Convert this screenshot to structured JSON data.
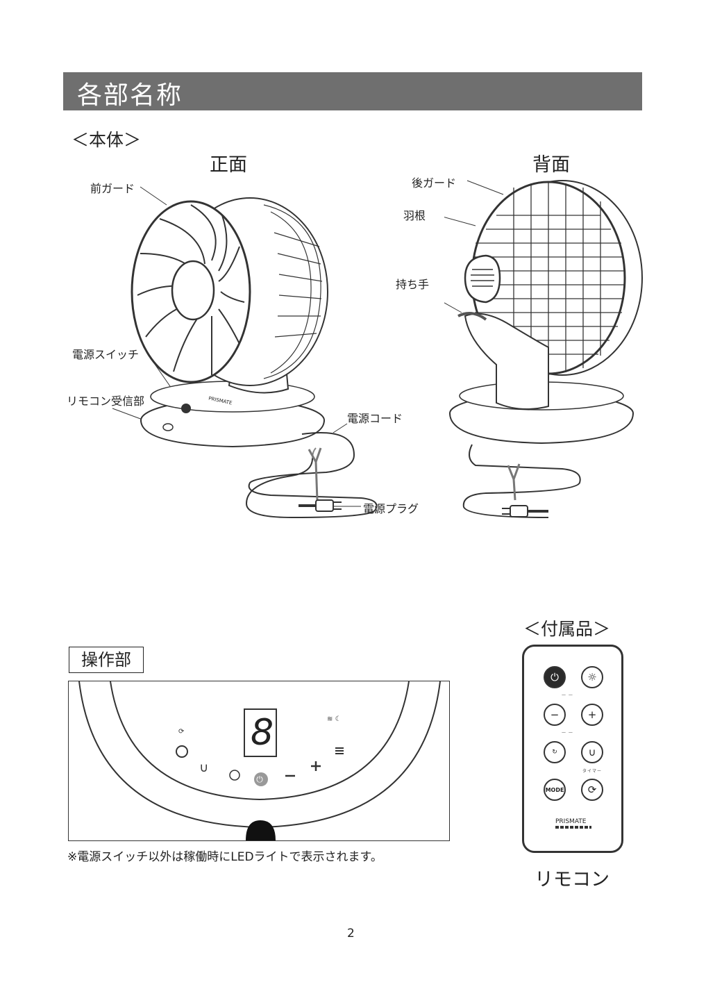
{
  "header": {
    "title": "各部名称"
  },
  "body_section": {
    "label": "＜本体＞",
    "front_label": "正面",
    "back_label": "背面"
  },
  "front_callouts": {
    "front_guard": "前ガード",
    "power_switch": "電源スイッチ",
    "remote_receiver": "リモコン受信部",
    "power_cord": "電源コード",
    "power_plug": "電源プラグ"
  },
  "back_callouts": {
    "rear_guard": "後ガード",
    "blade": "羽根",
    "handle": "持ち手"
  },
  "base_brand": "PRISMATE",
  "panel_section": {
    "label": "操作部",
    "display_digit": "8",
    "note": "※電源スイッチ以外は稼働時にLEDライトで表示されます。"
  },
  "accessories": {
    "label": "＜付属品＞",
    "caption": "リモコン",
    "remote": {
      "mode_label": "MODE",
      "brand": "PRISMATE",
      "timer_label": "タイマー"
    }
  },
  "page_number": "2"
}
